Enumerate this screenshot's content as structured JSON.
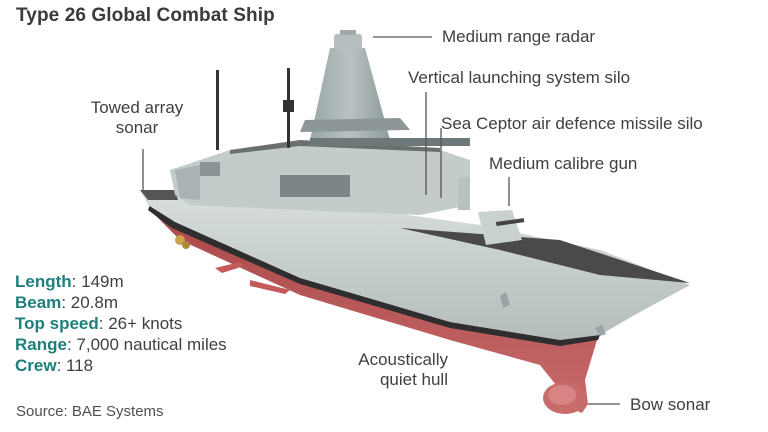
{
  "title": "Type 26 Global Combat Ship",
  "labels": {
    "radar": "Medium range radar",
    "vls": "Vertical launching system silo",
    "sea_ceptor": "Sea Ceptor air defence missile silo",
    "gun": "Medium calibre gun",
    "towed_array_line1": "Towed array",
    "towed_array_line2": "sonar",
    "hull_line1": "Acoustically",
    "hull_line2": "quiet hull",
    "bow_sonar": "Bow sonar"
  },
  "specs": [
    {
      "key": "Length",
      "sep": ": ",
      "value": "149m"
    },
    {
      "key": "Beam",
      "sep": ": ",
      "value": "20.8m"
    },
    {
      "key": "Top speed",
      "sep": ": ",
      "value": "26+ knots"
    },
    {
      "key": "Range",
      "sep": ": ",
      "value": "7,000 nautical miles"
    },
    {
      "key": "Crew",
      "sep": ": ",
      "value": "118"
    }
  ],
  "source": "Source: BAE Systems",
  "colors": {
    "spec_key": "#1e7f7b",
    "hull_red": "#b85a5a",
    "hull_grey": "#c9d0d0",
    "deck_dark": "#4a4a4a"
  }
}
